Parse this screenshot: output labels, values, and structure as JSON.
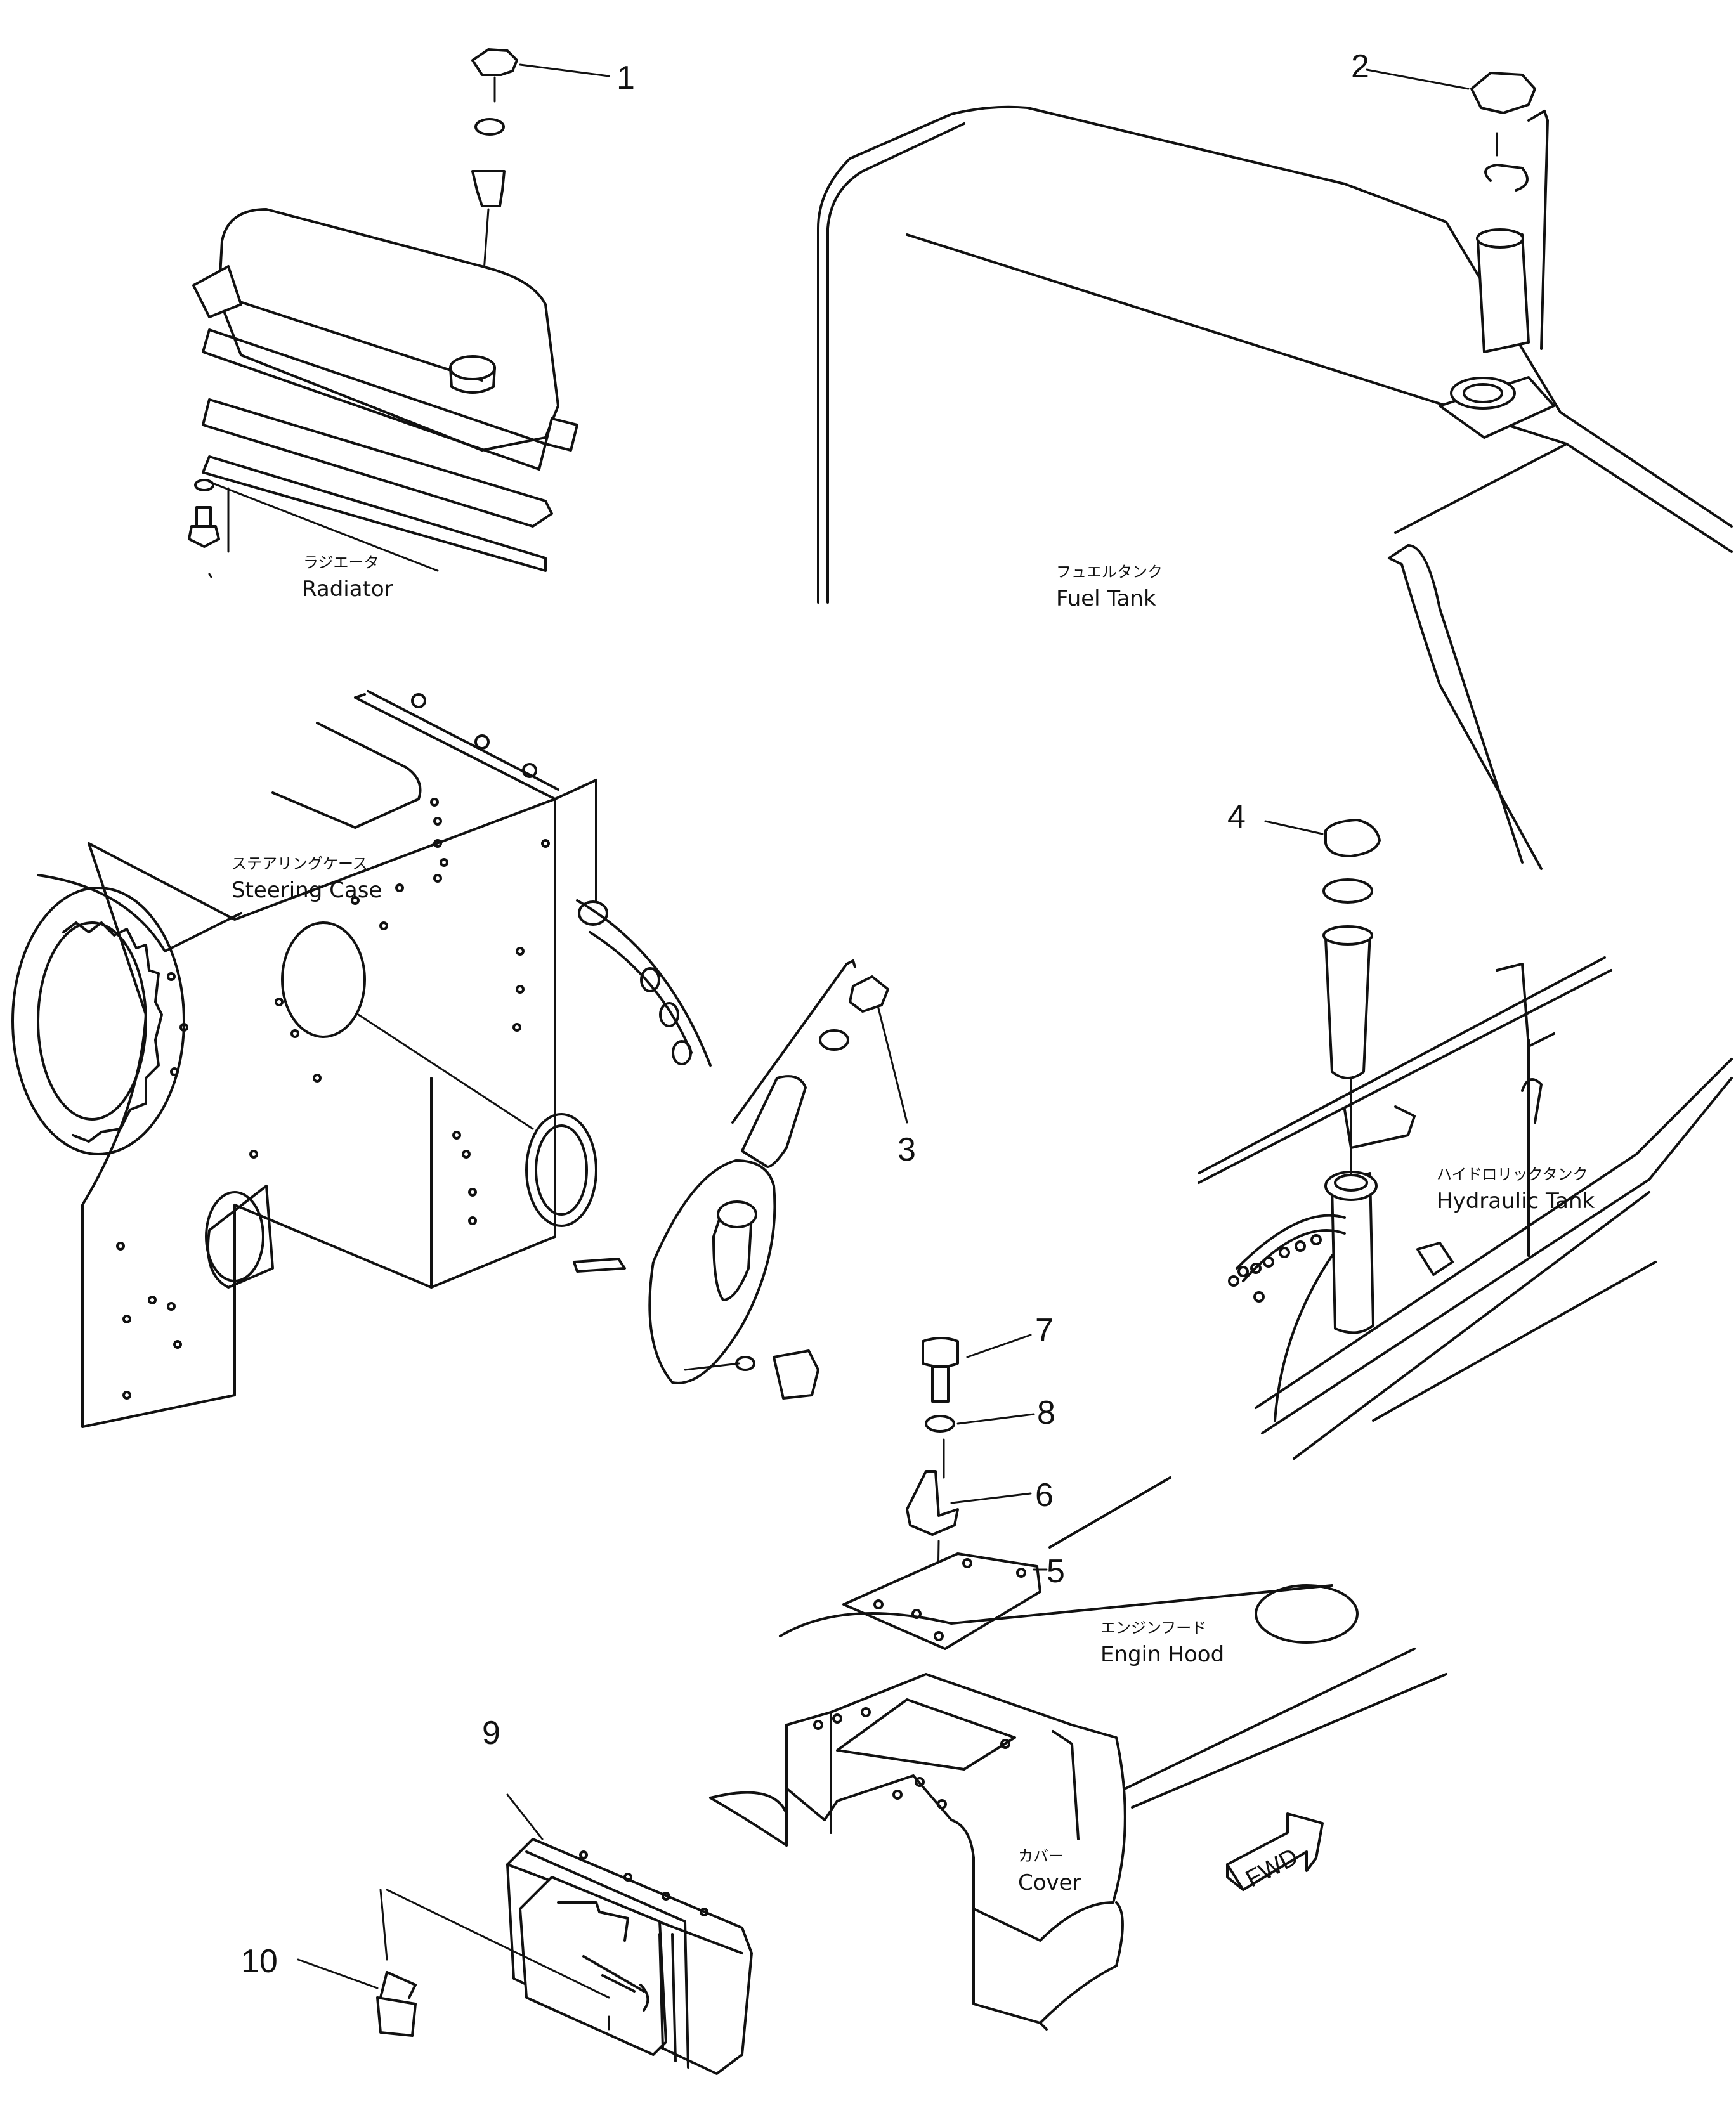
{
  "parts": [
    {
      "number": "1"
    },
    {
      "number": "2"
    },
    {
      "number": "3"
    },
    {
      "number": "4"
    },
    {
      "number": "5"
    },
    {
      "number": "6"
    },
    {
      "number": "7"
    },
    {
      "number": "8"
    },
    {
      "number": "9"
    },
    {
      "number": "10"
    }
  ],
  "labels": {
    "radiator": {
      "jp": "ラジエータ",
      "en": "Radiator"
    },
    "fuel_tank": {
      "jp": "フュエルタンク",
      "en": "Fuel Tank"
    },
    "steering_case": {
      "jp": "ステアリングケース",
      "en": "Steering Case"
    },
    "hydraulic_tank": {
      "jp": "ハイドロリックタンク",
      "en": "Hydraulic Tank"
    },
    "engine_hood": {
      "jp": "エンジンフード",
      "en": "Engin Hood"
    },
    "cover": {
      "jp": "カバー",
      "en": "Cover"
    }
  },
  "direction_sign": "FWD"
}
